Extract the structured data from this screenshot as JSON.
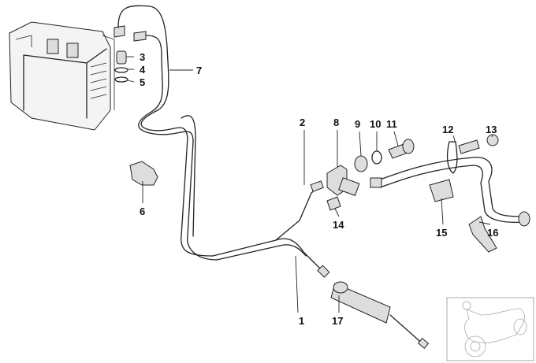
{
  "diagram": {
    "title": "Brake line / ABS parts diagram",
    "callouts": [
      {
        "id": "1",
        "label": "1"
      },
      {
        "id": "2",
        "label": "2"
      },
      {
        "id": "3",
        "label": "3"
      },
      {
        "id": "4",
        "label": "4"
      },
      {
        "id": "5",
        "label": "5"
      },
      {
        "id": "6",
        "label": "6"
      },
      {
        "id": "7",
        "label": "7"
      },
      {
        "id": "8",
        "label": "8"
      },
      {
        "id": "9",
        "label": "9"
      },
      {
        "id": "10",
        "label": "10"
      },
      {
        "id": "11",
        "label": "11"
      },
      {
        "id": "12",
        "label": "12"
      },
      {
        "id": "13",
        "label": "13"
      },
      {
        "id": "14",
        "label": "14"
      },
      {
        "id": "15",
        "label": "15"
      },
      {
        "id": "16",
        "label": "16"
      },
      {
        "id": "17",
        "label": "17"
      }
    ],
    "thumbnail": "motorcycle-overview"
  }
}
